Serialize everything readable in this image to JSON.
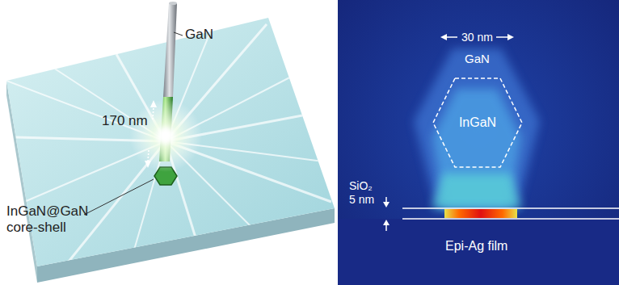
{
  "diagram": {
    "nodes": [
      {
        "text": [
          "InGaN"
        ]
      }
    ],
    "labels": [
      "GaN",
      "170 nm",
      "InGaN@GaN core-shell",
      "30 nm",
      "GaN",
      "SiO₂",
      "5 nm",
      "Epi-Ag film"
    ]
  }
}
